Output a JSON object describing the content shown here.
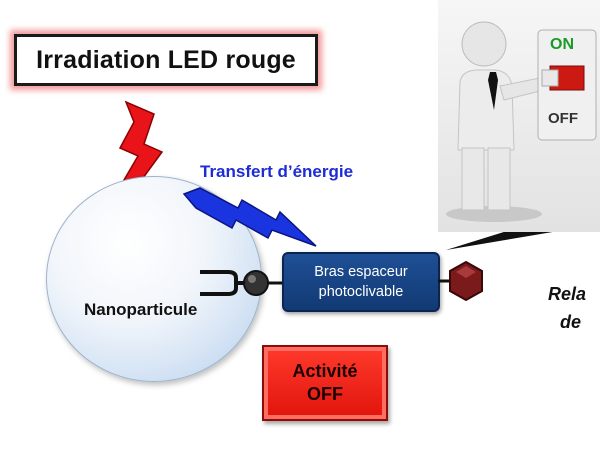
{
  "title": "Irradiation LED rouge",
  "energy_transfer": "Transfert d’énergie",
  "nanoparticle": "Nanoparticule",
  "linker": {
    "line1": "Bras espaceur",
    "line2": "photoclivable"
  },
  "activity": {
    "line1": "Activité",
    "line2": "OFF"
  },
  "switch": {
    "on": "ON",
    "off": "OFF"
  },
  "cut_text": {
    "line1": "Rela",
    "line2": "de"
  },
  "colors": {
    "red_bolt": "#e8141a",
    "blue_bolt": "#1a34e0",
    "linker_fill": "#1a4587",
    "activity_fill": "#f0241a",
    "cargo": "#7a1a1a"
  }
}
